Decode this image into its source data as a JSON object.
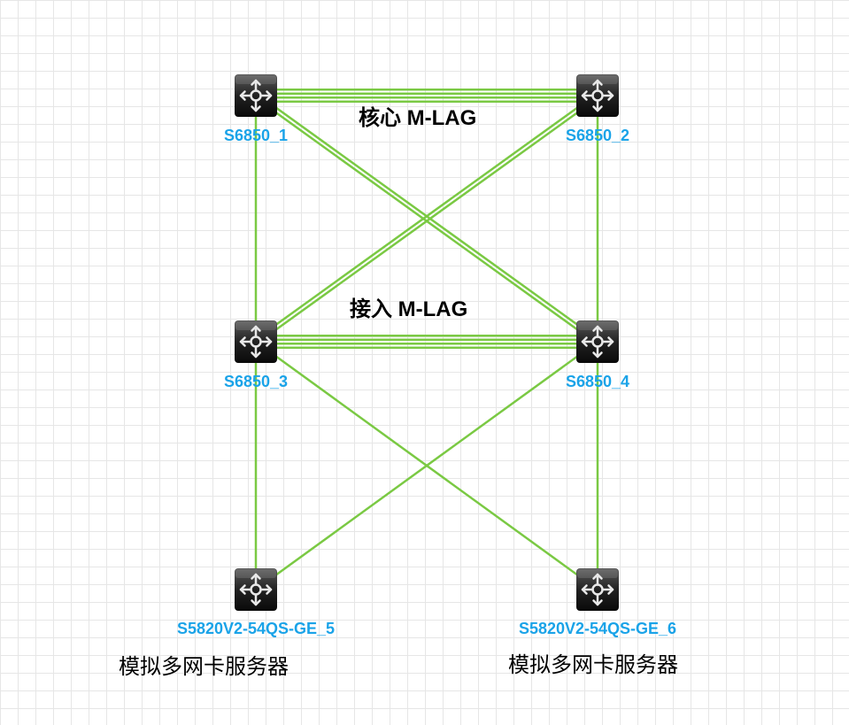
{
  "colors": {
    "link": "#7ac943",
    "device_label": "#1aa3e8",
    "text": "#000000",
    "grid": "#e6e6e6"
  },
  "device_icon": "switch-icon",
  "devices": [
    {
      "id": "s6850_1",
      "label": "S6850_1"
    },
    {
      "id": "s6850_2",
      "label": "S6850_2"
    },
    {
      "id": "s6850_3",
      "label": "S6850_3"
    },
    {
      "id": "s6850_4",
      "label": "S6850_4"
    },
    {
      "id": "s5820_5",
      "label": "S5820V2-54QS-GE_5"
    },
    {
      "id": "s5820_6",
      "label": "S5820V2-54QS-GE_6"
    }
  ],
  "groups": {
    "core": "核心  M-LAG",
    "access": "接入 M-LAG"
  },
  "servers": {
    "left": "模拟多网卡服务器",
    "right": "模拟多网卡服务器"
  },
  "links": [
    {
      "from": "s6850_1",
      "to": "s6850_2",
      "count": 4
    },
    {
      "from": "s6850_3",
      "to": "s6850_4",
      "count": 4
    },
    {
      "from": "s6850_1",
      "to": "s6850_3",
      "count": 1
    },
    {
      "from": "s6850_1",
      "to": "s6850_4",
      "count": 2
    },
    {
      "from": "s6850_2",
      "to": "s6850_3",
      "count": 2
    },
    {
      "from": "s6850_2",
      "to": "s6850_4",
      "count": 1
    },
    {
      "from": "s6850_3",
      "to": "s5820_5",
      "count": 1
    },
    {
      "from": "s6850_3",
      "to": "s5820_6",
      "count": 1
    },
    {
      "from": "s6850_4",
      "to": "s5820_5",
      "count": 1
    },
    {
      "from": "s6850_4",
      "to": "s5820_6",
      "count": 1
    }
  ]
}
